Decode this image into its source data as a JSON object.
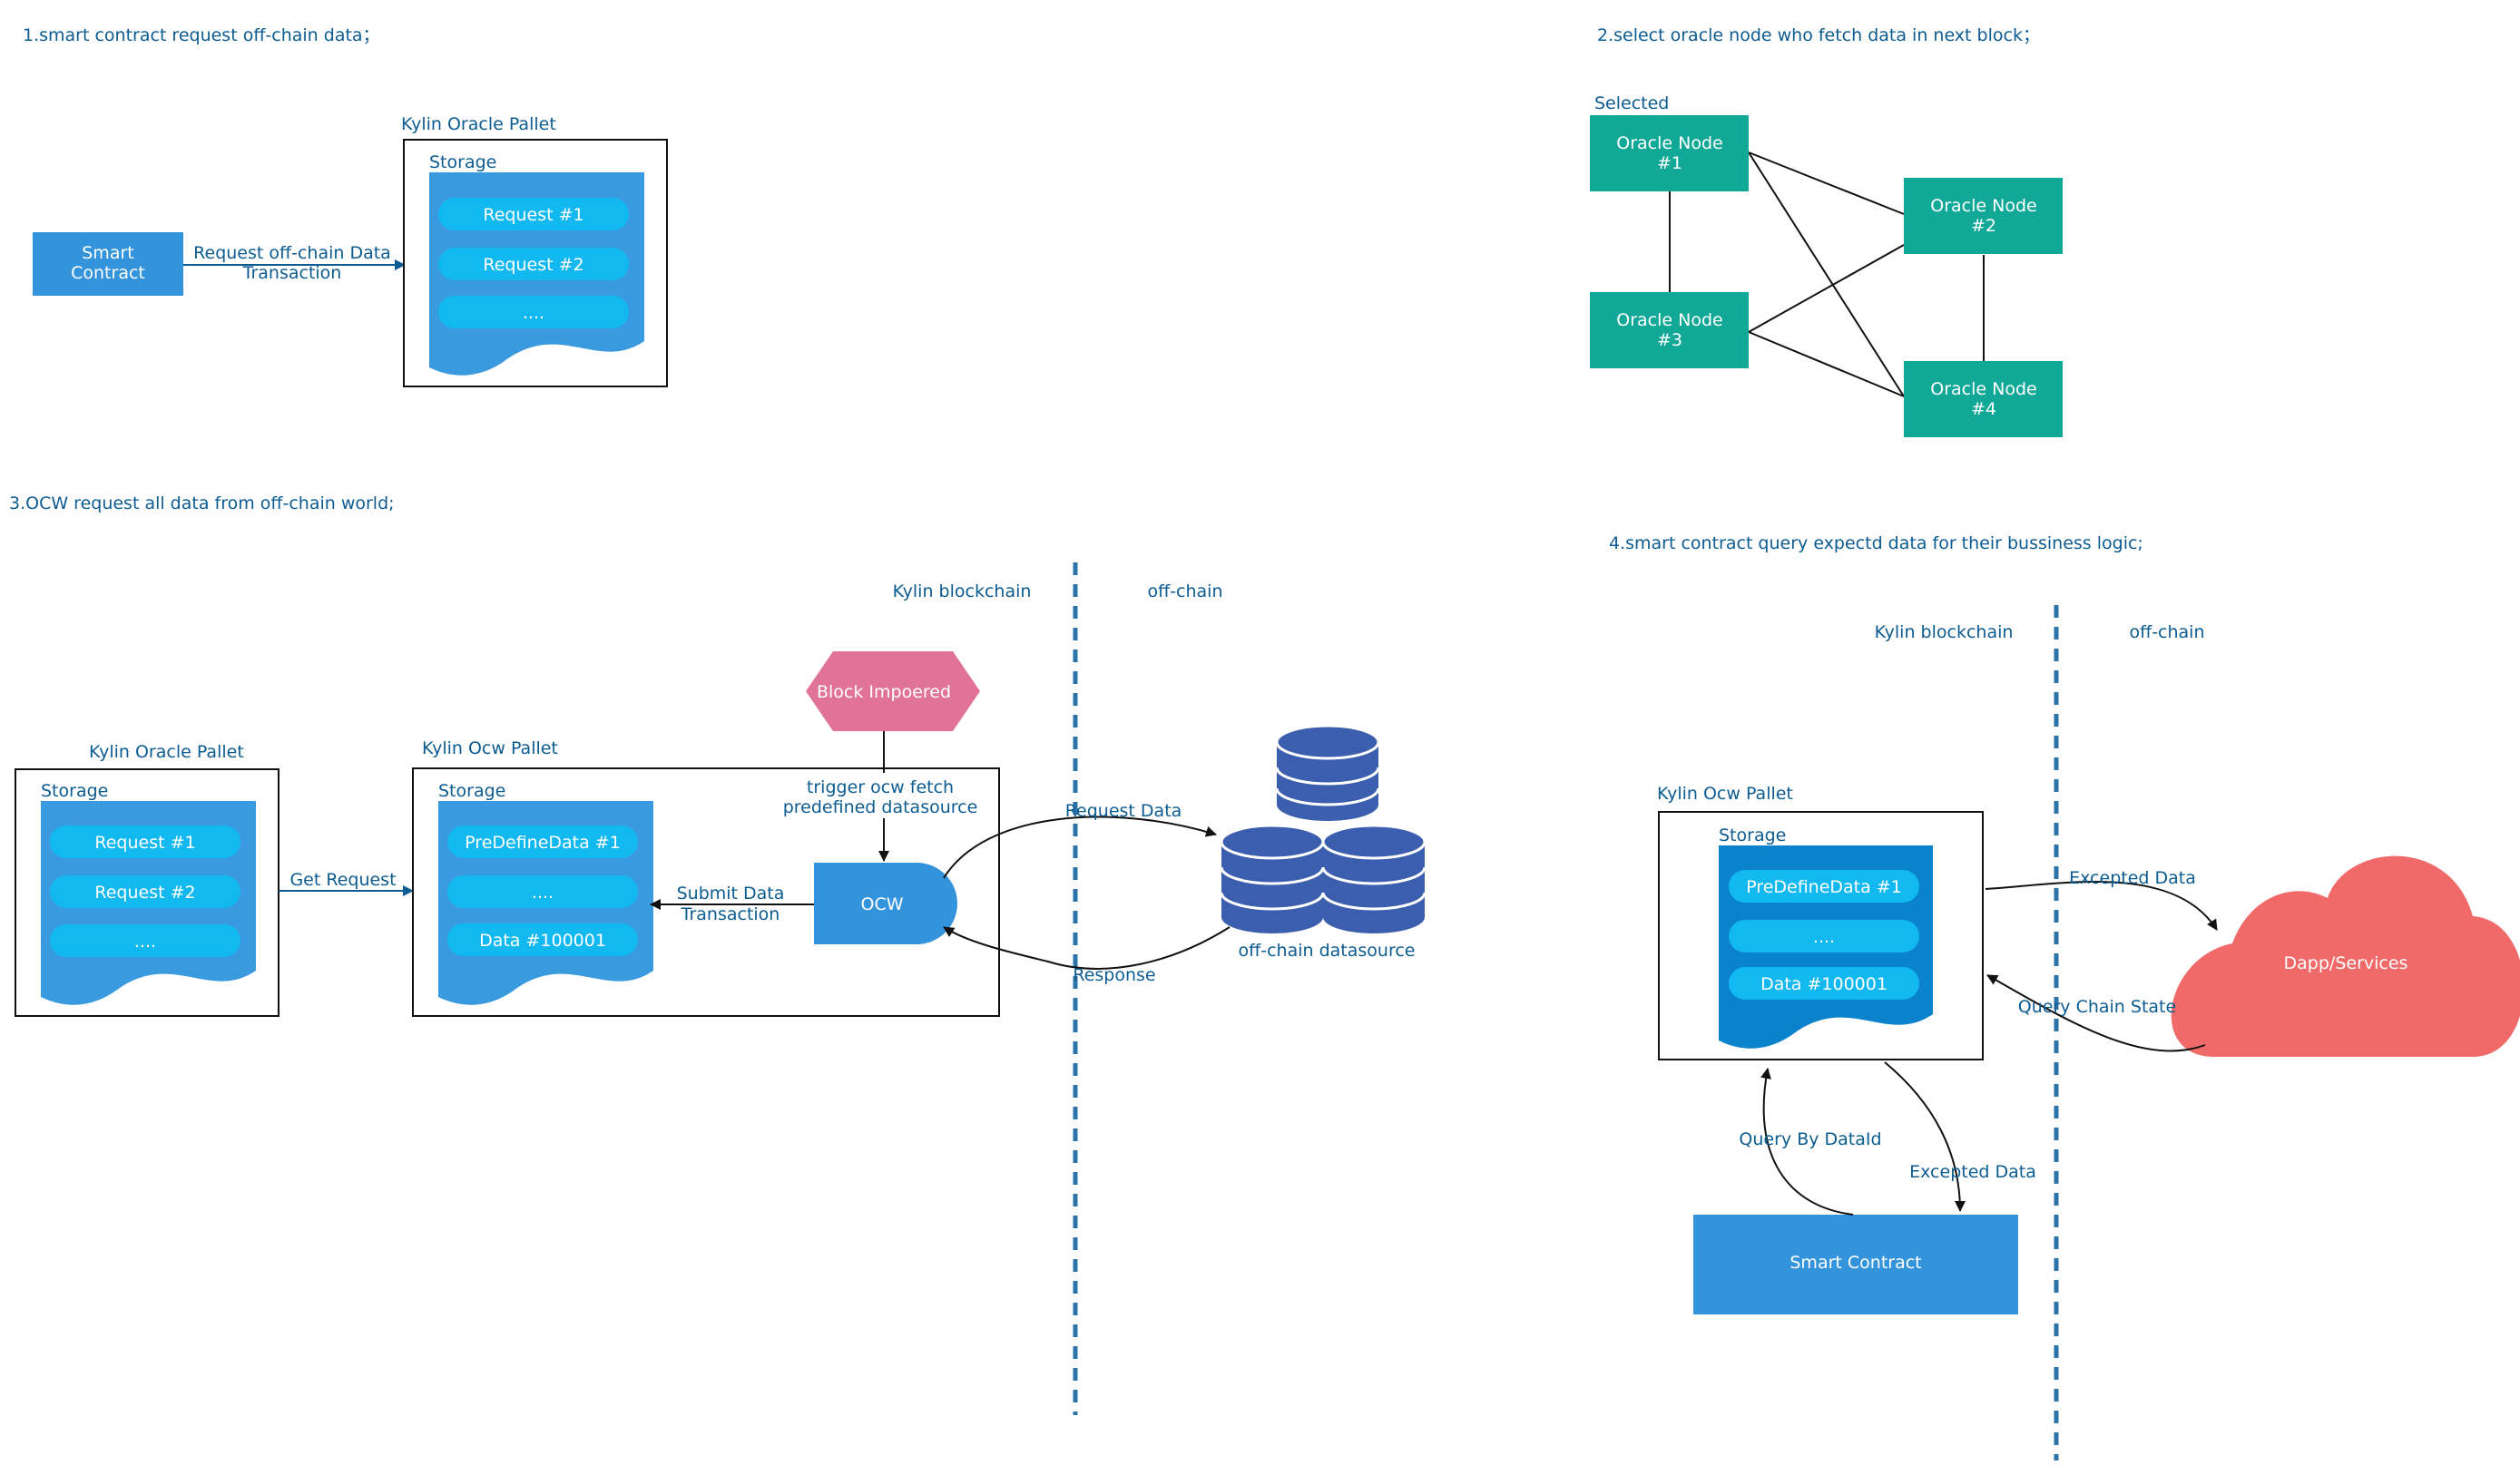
{
  "section1": {
    "step": "1.smart contract request off-chain data；",
    "smart_contract": [
      "Smart",
      "Contract"
    ],
    "edge_request": [
      "Request off-chain Data",
      "Transaction"
    ],
    "pallet_title": "Kylin Oracle Pallet",
    "storage_label": "Storage",
    "items": [
      "Request #1",
      "Request #2",
      "...."
    ]
  },
  "section2": {
    "step": "2.select oracle node who fetch data in next block；",
    "selected_label": "Selected",
    "nodes": [
      [
        "Oracle Node",
        "#1"
      ],
      [
        "Oracle Node",
        "#2"
      ],
      [
        "Oracle Node",
        "#3"
      ],
      [
        "Oracle Node",
        "#4"
      ]
    ]
  },
  "section3": {
    "step": "3.OCW request all data from off-chain world;",
    "chain_label": "Kylin blockchain",
    "offchain_label": "off-chain",
    "oracle_pallet_title": "Kylin Oracle Pallet",
    "oracle_storage_label": "Storage",
    "oracle_items": [
      "Request #1",
      "Request #2",
      "...."
    ],
    "get_request": "Get Request",
    "ocw_pallet_title": "Kylin Ocw Pallet",
    "ocw_storage_label": "Storage",
    "ocw_items": [
      "PreDefineData #1",
      "....",
      "Data #100001"
    ],
    "submit": [
      "Submit Data",
      "Transaction"
    ],
    "ocw": "OCW",
    "block": "Block Impoered",
    "trigger": [
      "trigger ocw fetch",
      "predefined datasource"
    ],
    "request_data": "Request Data",
    "response": "Response",
    "datasource": "off-chain datasource"
  },
  "section4": {
    "step": "4.smart contract query expectd data for their bussiness logic;",
    "chain_label": "Kylin blockchain",
    "offchain_label": "off-chain",
    "ocw_pallet_title": "Kylin Ocw Pallet",
    "storage_label": "Storage",
    "items": [
      "PreDefineData #1",
      "....",
      "Data #100001"
    ],
    "excepted_top": "Excepted Data",
    "query_state": "Query Chain State",
    "dapp": "Dapp/Services",
    "query_by_id": "Query By DataId",
    "excepted_bottom": "Excepted Data",
    "smart_contract": "Smart Contract"
  },
  "colors": {
    "text": "#0d5c91",
    "blue_box": "#3494db",
    "storage_doc": "#3a9ae0",
    "storage_doc_dark": "#0a82cc",
    "pill": "#12b8f0",
    "teal": "#12a898",
    "pink": "#e07397",
    "db": "#3b5fae",
    "cloud": "#f06a6a",
    "divider": "#2b73a8"
  }
}
